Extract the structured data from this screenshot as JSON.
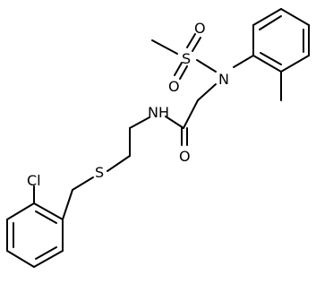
{
  "molecule": {
    "atoms": [
      {
        "id": "S_sulfonyl",
        "label": "S"
      },
      {
        "id": "O_sulfonyl_top",
        "label": "O"
      },
      {
        "id": "O_sulfonyl_bottom",
        "label": "O"
      },
      {
        "id": "N_sulfonamide",
        "label": "N"
      },
      {
        "id": "O_carbonyl",
        "label": "O"
      },
      {
        "id": "N_amide",
        "label": "NH"
      },
      {
        "id": "S_thioether",
        "label": "S"
      },
      {
        "id": "Cl",
        "label": "Cl"
      }
    ]
  }
}
